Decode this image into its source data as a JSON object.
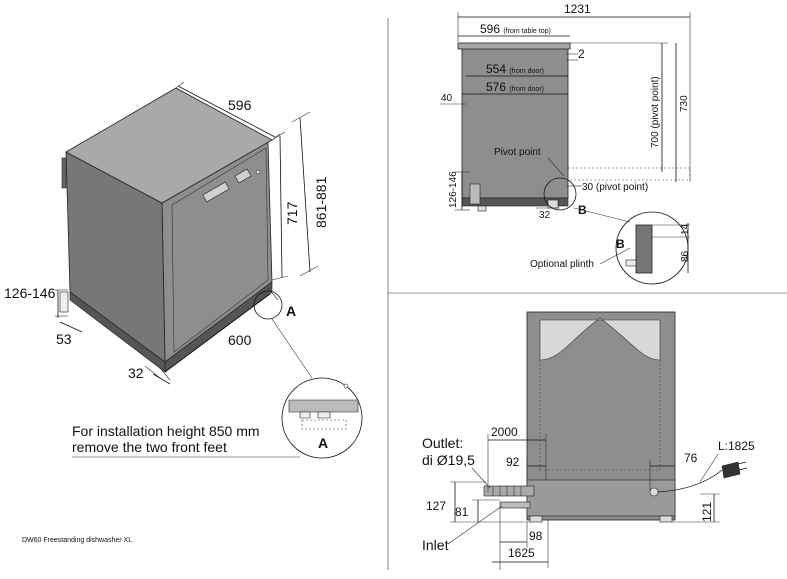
{
  "caption": "DW60 Freestanding dishwasher XL",
  "iso_view": {
    "width": "596",
    "depth": "600",
    "height_inner": "717",
    "height_range": "861-881",
    "plinth_height": "126-146",
    "foot_offset": "53",
    "plinth_depth": "32",
    "detail_marker": "A",
    "note_line1": "For installation height 850 mm",
    "note_line2": "remove the two front feet",
    "detail_label": "A"
  },
  "side_view": {
    "overall": "1231",
    "table_top": "596",
    "table_top_note": "(from table top)",
    "gap_top": "2",
    "from_door_1": "554",
    "from_door_1_note": "(from door)",
    "from_door_2": "576",
    "from_door_2_note": "(from door)",
    "offset_left": "40",
    "pivot_height": "700 (pivot point)",
    "total_height": "730",
    "pivot_label": "Pivot point",
    "pivot_offset": "30 (pivot point)",
    "plinth_range": "126-146",
    "foot_depth": "32",
    "detail_marker": "B",
    "detail_label": "B",
    "plinth_top": "14",
    "plinth_height": "86",
    "optional_plinth": "Optional plinth"
  },
  "rear_view": {
    "outlet_label": "Outlet:",
    "outlet_dia": "di Ø19,5",
    "hose_length": "2000",
    "outlet_offset": "92",
    "inlet_offset": "76",
    "power_cord": "L:1825",
    "outlet_height": "127",
    "inlet_height": "81",
    "inlet_label": "Inlet",
    "inlet_depth": "98",
    "inlet_length": "1625",
    "cord_height": "121"
  }
}
